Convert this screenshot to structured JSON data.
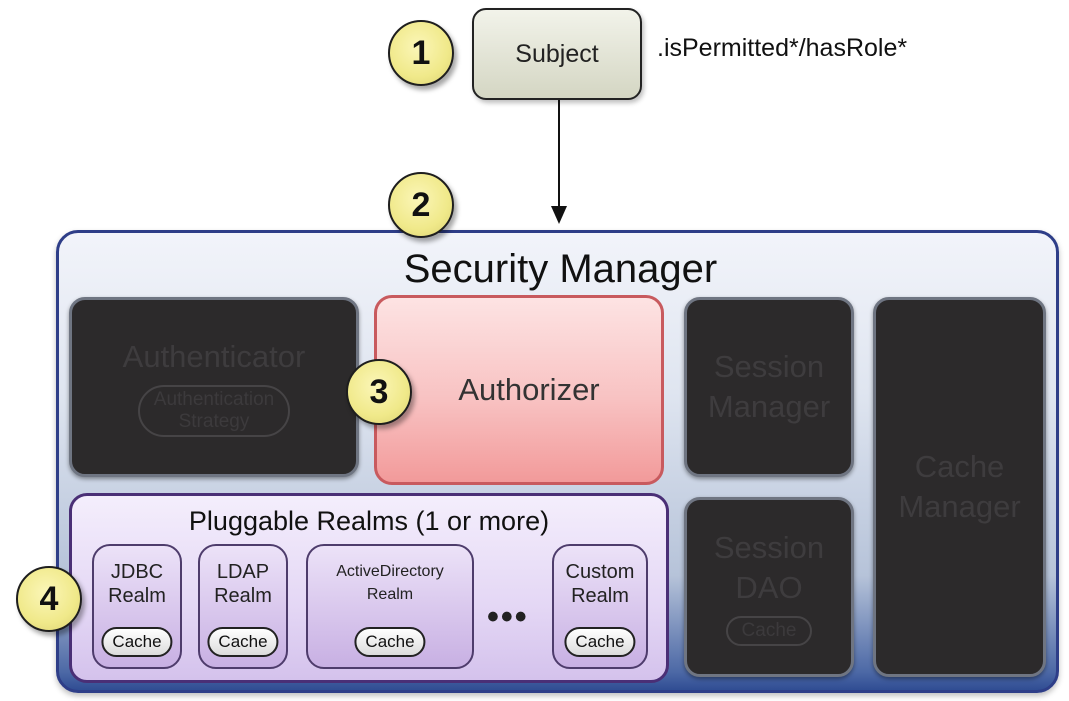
{
  "diagram": {
    "steps": [
      "1",
      "2",
      "3",
      "4"
    ],
    "subject": {
      "label": "Subject",
      "call": ".isPermitted*/hasRole*"
    },
    "security_manager": {
      "title": "Security Manager",
      "authenticator": {
        "label": "Authenticator",
        "strategy": "Authentication\nStrategy"
      },
      "authorizer": {
        "label": "Authorizer"
      },
      "session_manager": {
        "label": "Session\nManager"
      },
      "session_dao": {
        "label": "Session\nDAO",
        "cache": "Cache"
      },
      "cache_manager": {
        "label": "Cache\nManager"
      },
      "realms": {
        "title": "Pluggable Realms (1 or more)",
        "items": [
          {
            "label": "JDBC\nRealm",
            "cache": "Cache"
          },
          {
            "label": "LDAP\nRealm",
            "cache": "Cache"
          },
          {
            "label": "ActiveDirectory\nRealm",
            "cache": "Cache"
          },
          {
            "label": "Custom\nRealm",
            "cache": "Cache"
          }
        ],
        "ellipsis": "•••"
      }
    },
    "colors": {
      "badge": "#f0e98a",
      "authorizer": "#f8c2c2",
      "inactive": "#2c2a2b",
      "frame_border": "#2e3e88",
      "realms_border": "#4a2f76"
    }
  }
}
